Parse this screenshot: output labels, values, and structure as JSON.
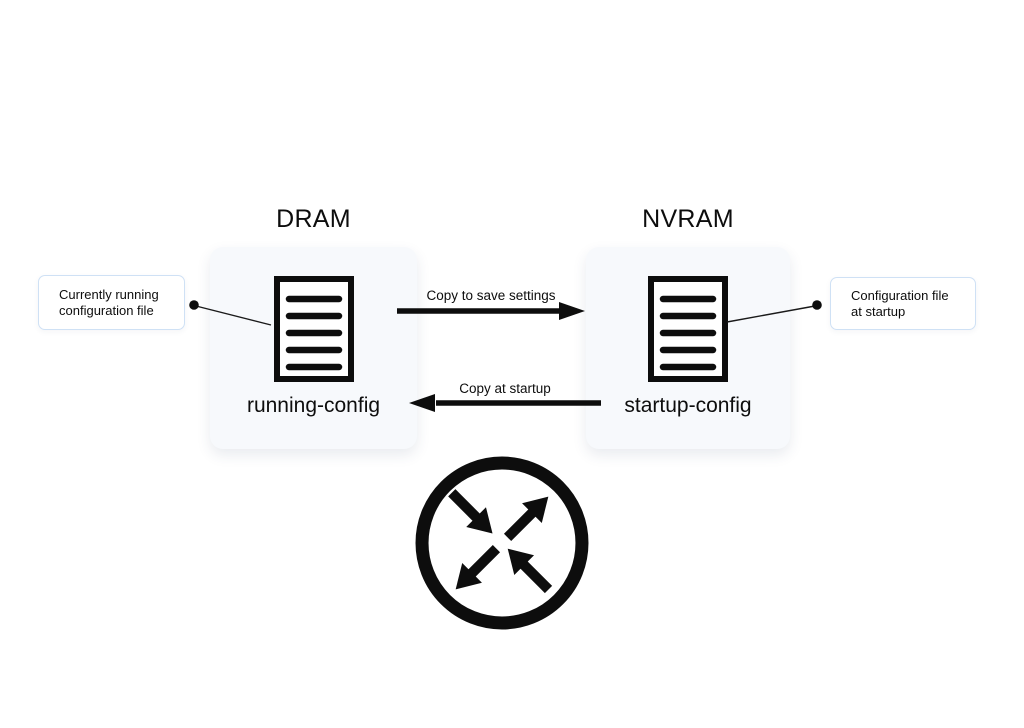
{
  "diagram": {
    "dram": {
      "title": "DRAM",
      "file_label": "running-config",
      "callout": {
        "line1": "Currently running",
        "line2": "configuration file"
      }
    },
    "nvram": {
      "title": "NVRAM",
      "file_label": "startup-config",
      "callout": {
        "line1": "Configuration file",
        "line2": "at startup"
      }
    },
    "flows": {
      "save_label": "Copy to save settings",
      "startup_label": "Copy at startup"
    },
    "icons": {
      "config_file": "document-icon",
      "router": "router-icon"
    },
    "colors": {
      "background": "#ffffff",
      "memory_box_fill": "#f7f9fc",
      "callout_border": "#cfe1f5",
      "ink": "#0d0d0d"
    }
  }
}
